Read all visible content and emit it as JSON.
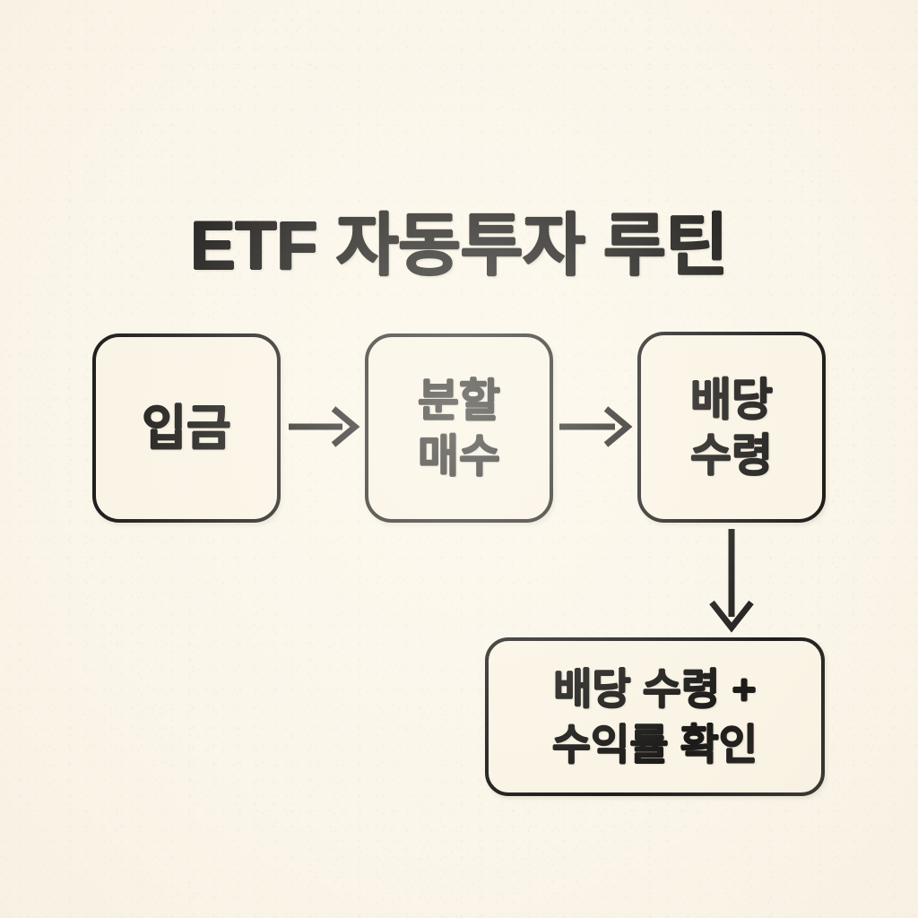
{
  "canvas": {
    "background_color": "#FBF6EA",
    "ink_color": "#1C1B19",
    "node_fill_color": "#FAF4E6"
  },
  "title": "ETF 자동투자 루틴",
  "flow": {
    "nodes": [
      {
        "id": "deposit",
        "label": "입금"
      },
      {
        "id": "split-buy",
        "label": "분할\n매수"
      },
      {
        "id": "dividend",
        "label": "배당\n수령"
      },
      {
        "id": "summary",
        "label": "배당 수령 +\n수익률 확인"
      }
    ],
    "connectors": [
      {
        "id": "deposit-to-split",
        "from": "deposit",
        "to": "split-buy",
        "direction": "right"
      },
      {
        "id": "split-to-dividend",
        "from": "split-buy",
        "to": "dividend",
        "direction": "right"
      },
      {
        "id": "dividend-to-summary",
        "from": "dividend",
        "to": "summary",
        "direction": "down"
      }
    ]
  }
}
